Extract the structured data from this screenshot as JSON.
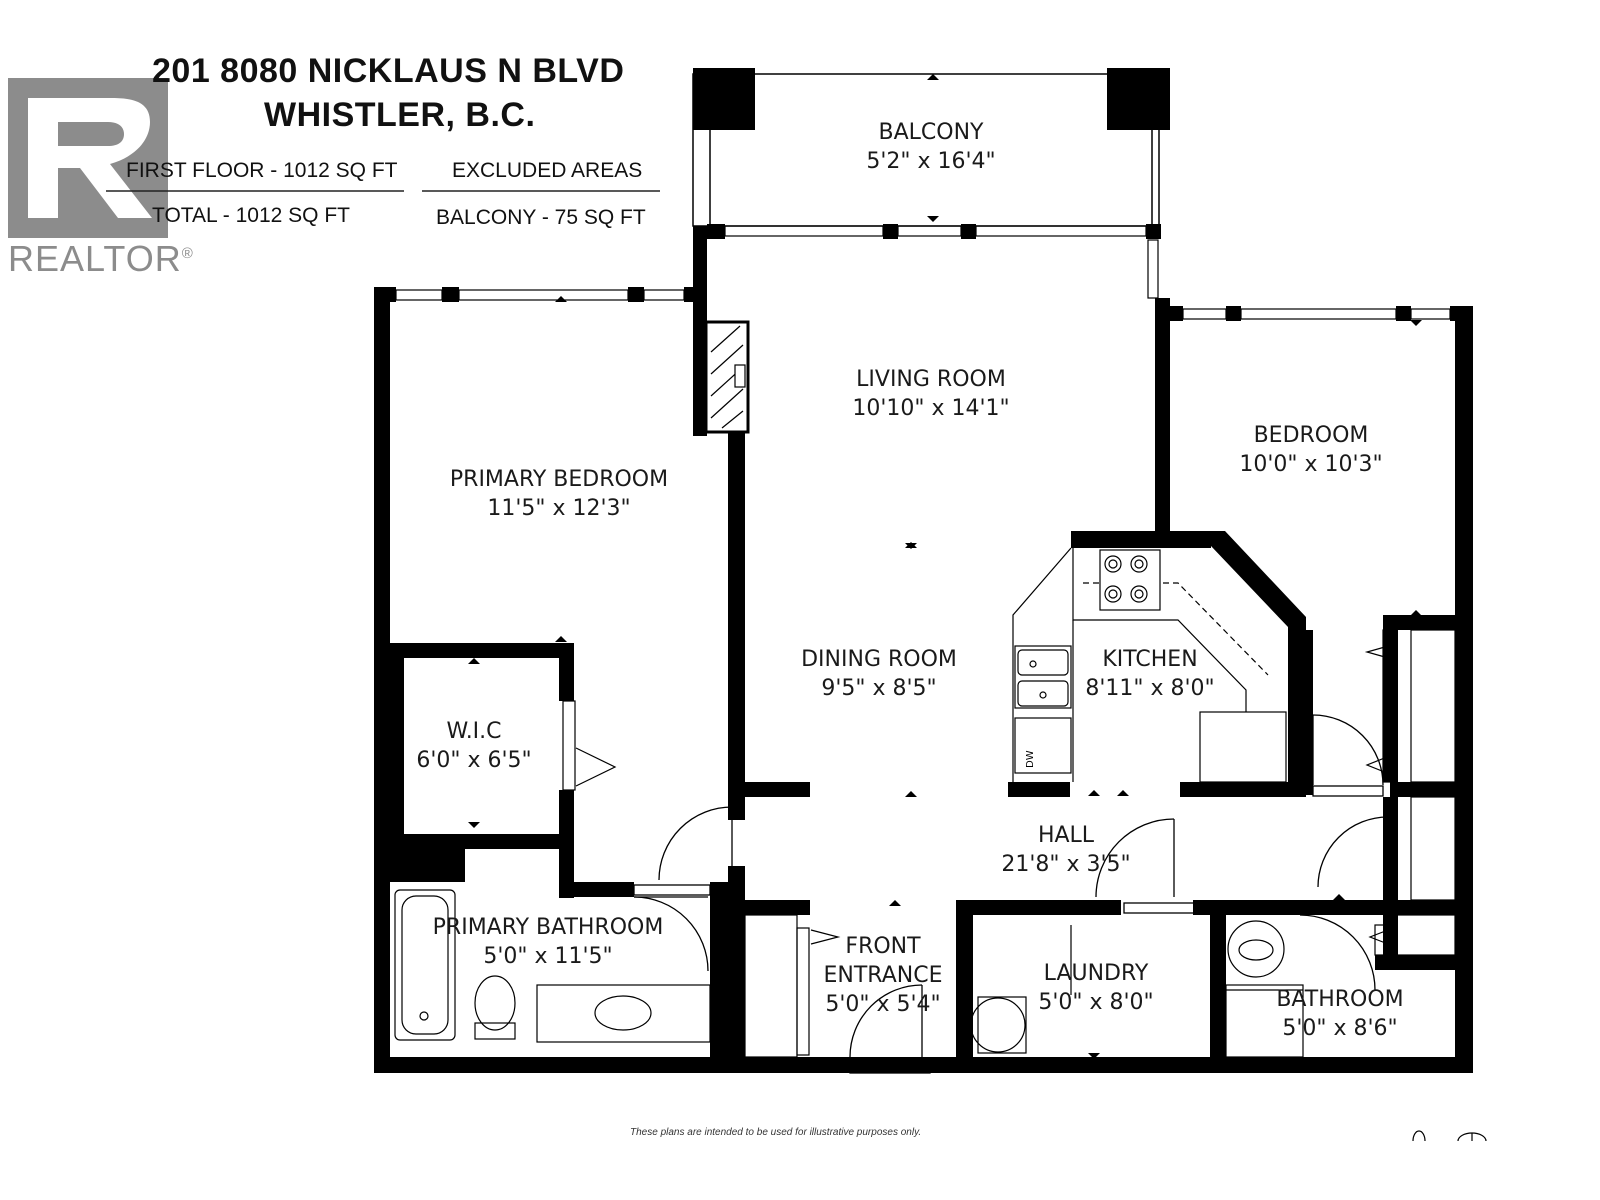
{
  "header": {
    "address_line1": "201 8080 NICKLAUS N BLVD",
    "address_line2": "WHISTLER, B.C.",
    "first_floor": "FIRST FLOOR - 1012 SQ FT",
    "total": "TOTAL  -  1012 SQ FT",
    "excluded_title": "EXCLUDED AREAS",
    "excluded_balcony": "BALCONY - 75 SQ FT"
  },
  "logo": {
    "text": "REALTOR",
    "mark": "®"
  },
  "rooms": {
    "balcony": {
      "name": "BALCONY",
      "dims": "5'2\" x 16'4\""
    },
    "living": {
      "name": "LIVING ROOM",
      "dims": "10'10\" x 14'1\""
    },
    "bedroom": {
      "name": "BEDROOM",
      "dims": "10'0\" x 10'3\""
    },
    "primary_bedroom": {
      "name": "PRIMARY BEDROOM",
      "dims": "11'5\" x 12'3\""
    },
    "dining": {
      "name": "DINING ROOM",
      "dims": "9'5\" x 8'5\""
    },
    "kitchen": {
      "name": "KITCHEN",
      "dims": "8'11\" x 8'0\""
    },
    "wic": {
      "name": "W.I.C",
      "dims": "6'0\" x 6'5\""
    },
    "hall": {
      "name": "HALL",
      "dims": "21'8\" x 3'5\""
    },
    "primary_bathroom": {
      "name": "PRIMARY BATHROOM",
      "dims": "5'0\" x 11'5\""
    },
    "front_entrance": {
      "name": "FRONT",
      "name2": "ENTRANCE",
      "dims": "5'0\" x 5'4\""
    },
    "laundry": {
      "name": "LAUNDRY",
      "dims": "5'0\" x 8'0\""
    },
    "bathroom": {
      "name": "BATHROOM",
      "dims": "5'0\" x 8'6\""
    }
  },
  "appliance_labels": {
    "dishwasher": "DW"
  },
  "footer": {
    "disclaimer": "These plans are intended to be used for illustrative purposes only."
  },
  "colors": {
    "wall": "#000000",
    "logo": "#8c8c8c",
    "text": "#1a1a1a"
  }
}
